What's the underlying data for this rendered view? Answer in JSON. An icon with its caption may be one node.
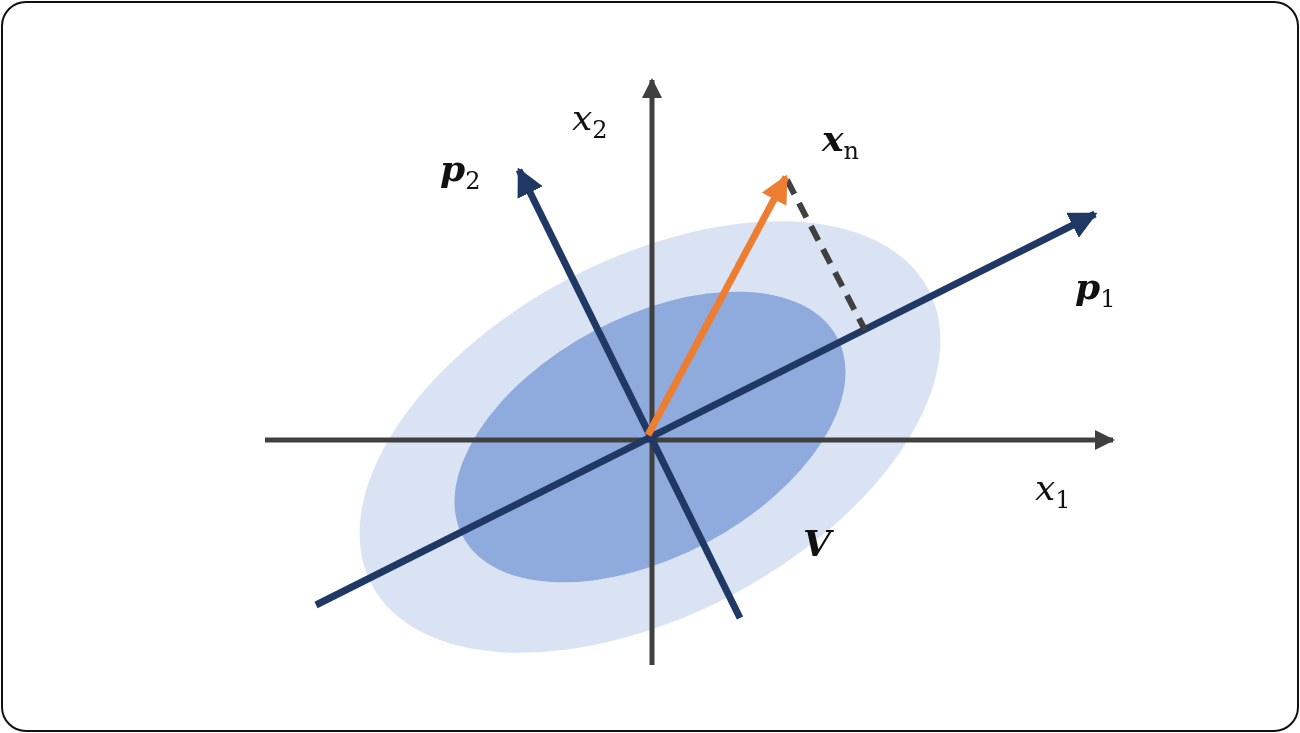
{
  "diagram": {
    "labels": [
      "*x*$_{2}$",
      "**x**$_{n}$",
      "**p**$_{2}$",
      "**p**$_{1}$",
      "*x*$_{1}$",
      "**V**"
    ]
  }
}
